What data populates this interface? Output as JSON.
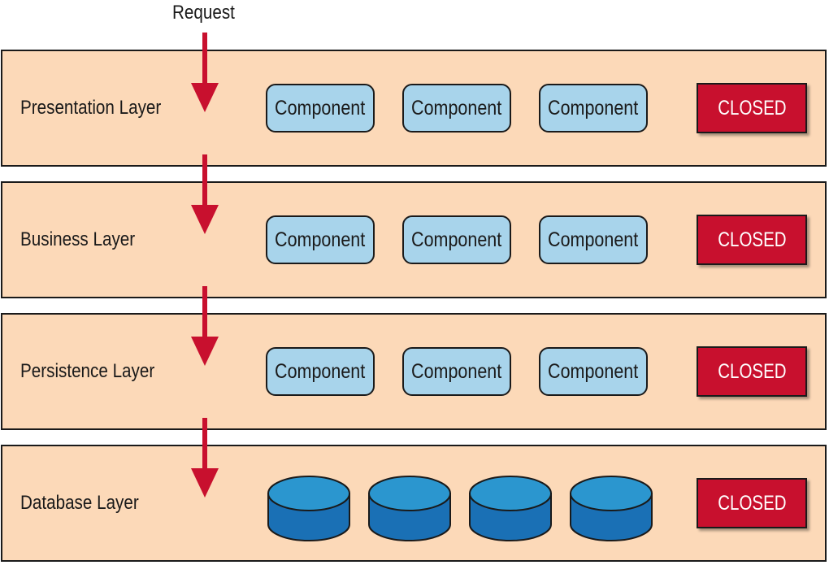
{
  "request": {
    "label": "Request"
  },
  "layers": [
    {
      "name": "Presentation Layer",
      "items": [
        "Component",
        "Component",
        "Component"
      ],
      "status": "CLOSED"
    },
    {
      "name": "Business Layer",
      "items": [
        "Component",
        "Component",
        "Component"
      ],
      "status": "CLOSED"
    },
    {
      "name": "Persistence Layer",
      "items": [
        "Component",
        "Component",
        "Component"
      ],
      "status": "CLOSED"
    },
    {
      "name": "Database Layer",
      "database_count": 4,
      "status": "CLOSED"
    }
  ],
  "colors": {
    "layer_fill": "#fcd9b8",
    "component_fill": "#a8d4eb",
    "closed_fill": "#c8102e",
    "arrow": "#c8102e",
    "database_fill": "#2b96cf",
    "database_side": "#1a70b5"
  },
  "icons": {
    "arrow": "down-arrow-icon",
    "database": "database-cylinder-icon"
  }
}
